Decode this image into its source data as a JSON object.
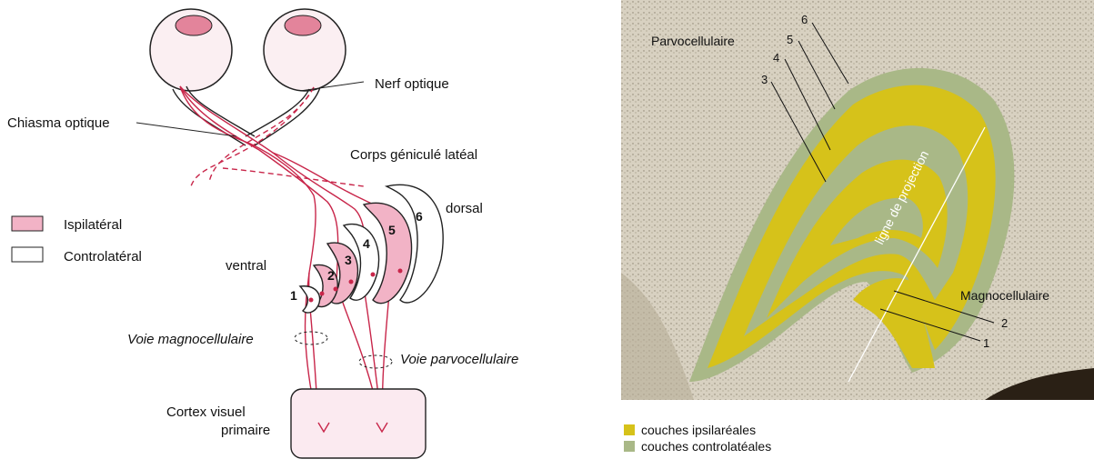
{
  "left_diagram": {
    "labels": {
      "nerf_optique": "Nerf optique",
      "chiasma_optique": "Chiasma optique",
      "corps_genicule": "Corps géniculé latéal",
      "dorsal": "dorsal",
      "ventral": "ventral",
      "voie_magno": "Voie magnocellulaire",
      "voie_parvo": "Voie parvocellulaire",
      "cortex_line1": "Cortex visuel",
      "cortex_line2": "primaire"
    },
    "legend": {
      "ipsilateral": "Ispilatéral",
      "controlateral": "Controlatéral"
    },
    "layer_numbers": [
      "1",
      "2",
      "3",
      "4",
      "5",
      "6"
    ],
    "colors": {
      "pink": "#f2b3c6",
      "pathway": "#c8264a",
      "outline": "#222222"
    }
  },
  "right_image": {
    "labels": {
      "parvo": "Parvocellulaire",
      "magno": "Magnocellulaire",
      "projection": "ligne de projection"
    },
    "layer_numbers": [
      "6",
      "5",
      "4",
      "3",
      "2",
      "1"
    ],
    "legend": {
      "ipsi": "couches ipsilaréales",
      "contra": "couches controlatéales"
    },
    "colors": {
      "ipsi": "#d6c21a",
      "contra": "#a9b887",
      "tissue": "#d9d2c2"
    }
  }
}
